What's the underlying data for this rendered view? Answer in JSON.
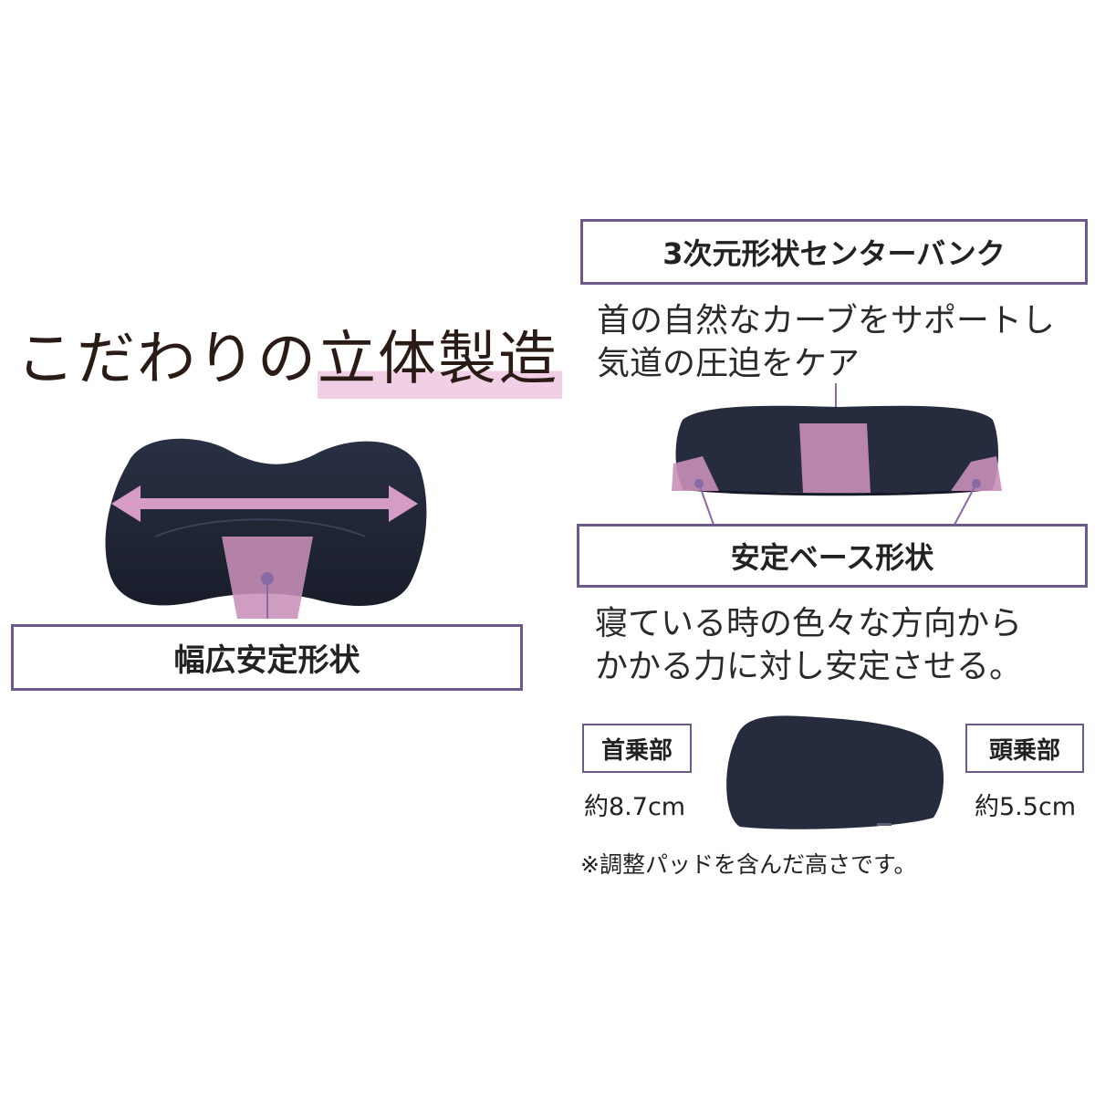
{
  "headline": {
    "prefix": "こだわりの",
    "highlight": "立体製造"
  },
  "left_panel": {
    "label": "幅広安定形状"
  },
  "right_panel": {
    "center_bank": {
      "label": "3次元形状センターバンク",
      "description_line1": "首の自然なカーブをサポートし",
      "description_line2": "気道の圧迫をケア"
    },
    "base": {
      "label": "安定ベース形状",
      "description_line1": "寝ている時の色々な方向から",
      "description_line2": "かかる力に対し安定させる。"
    },
    "heights": {
      "neck_label": "首乗部",
      "neck_value": "約8.7cm",
      "head_label": "頭乗部",
      "head_value": "約5.5cm",
      "note": "※調整パッドを含んだ高さです。"
    }
  },
  "colors": {
    "accent_purple": "#6e5a8a",
    "highlight_pink": "#f1cfe4",
    "overlay_pink": "#c98fb9",
    "pillow_navy": "#22283a"
  }
}
